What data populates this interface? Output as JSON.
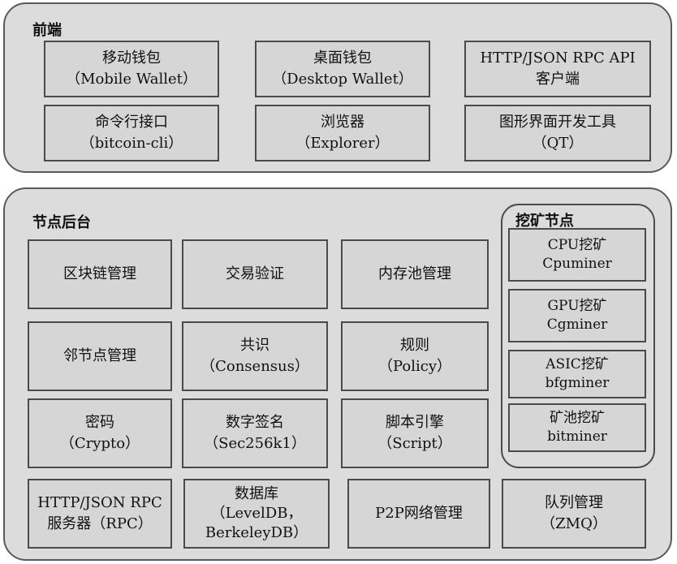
{
  "frontend": {
    "title": "前端",
    "boxes": [
      {
        "line1": "移动钱包",
        "line2": "（Mobile Wallet）"
      },
      {
        "line1": "桌面钱包",
        "line2": "（Desktop Wallet）"
      },
      {
        "line1": "HTTP/JSON RPC API",
        "line2": "客户端"
      },
      {
        "line1": "命令行接口",
        "line2": "（bitcoin-cli）"
      },
      {
        "line1": "浏览器",
        "line2": "（Explorer）"
      },
      {
        "line1": "图形界面开发工具",
        "line2": "（QT）"
      }
    ]
  },
  "backend": {
    "title": "节点后台",
    "boxes": [
      {
        "line1": "区块链管理"
      },
      {
        "line1": "交易验证"
      },
      {
        "line1": "内存池管理"
      },
      {
        "line1": "邻节点管理"
      },
      {
        "line1": "共识",
        "line2": "（Consensus）"
      },
      {
        "line1": "规则",
        "line2": "（Policy）"
      },
      {
        "line1": "密码",
        "line2": "（Crypto）"
      },
      {
        "line1": "数字签名",
        "line2": "（Sec256k1）"
      },
      {
        "line1": "脚本引擎",
        "line2": "（Script）"
      },
      {
        "line1": "HTTP/JSON RPC",
        "line2": "服务器（RPC）"
      },
      {
        "line1": "数据库",
        "line2": "（LevelDB，",
        "line3": "BerkeleyDB）"
      },
      {
        "line1": "P2P网络管理"
      },
      {
        "line1": "队列管理",
        "line2": "（ZMQ）"
      }
    ]
  },
  "mining": {
    "title": "挖矿节点",
    "boxes": [
      {
        "line1": "CPU挖矿",
        "line2": "Cpuminer"
      },
      {
        "line1": "GPU挖矿",
        "line2": "Cgminer"
      },
      {
        "line1": "ASIC挖矿",
        "line2": "bfgminer"
      },
      {
        "line1": "矿池挖矿",
        "line2": "bitminer"
      }
    ]
  }
}
